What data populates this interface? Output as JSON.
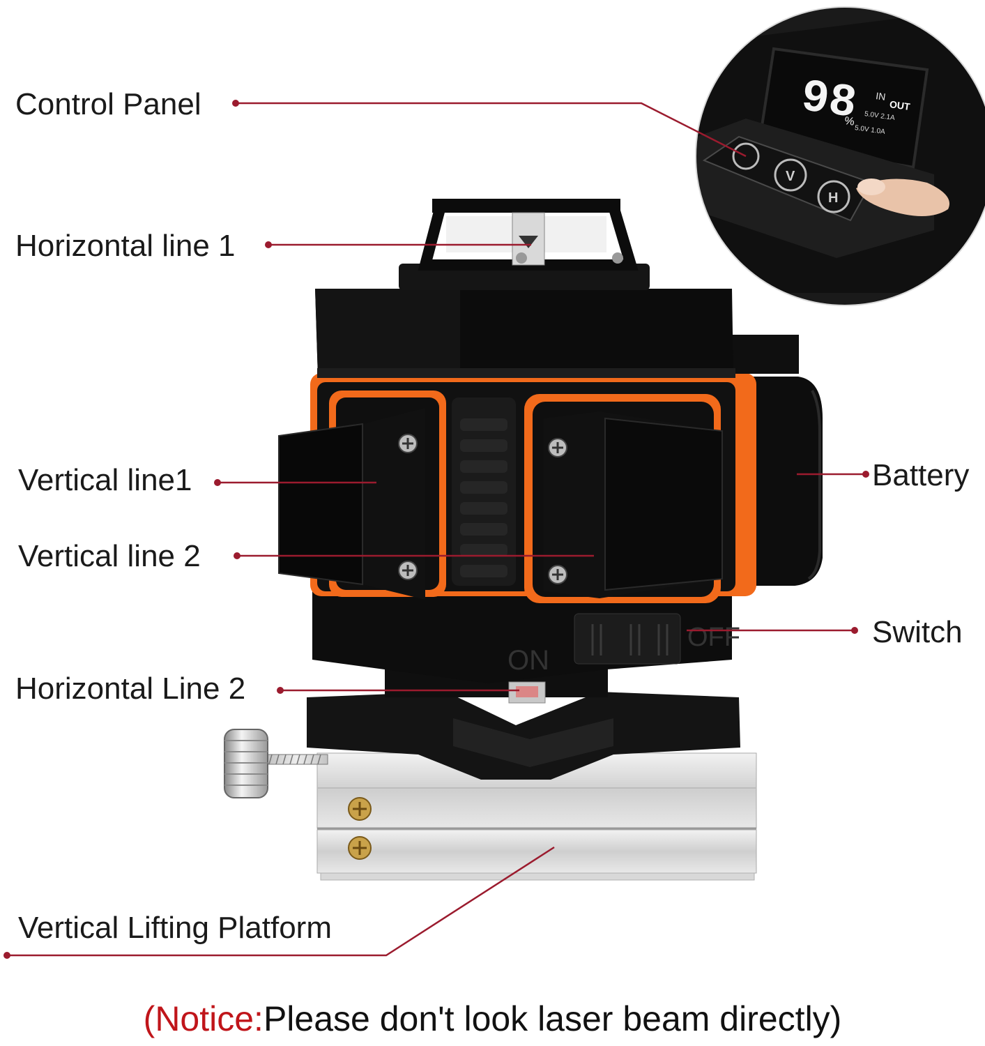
{
  "labels": {
    "control_panel": "Control Panel",
    "horizontal_line_1": "Horizontal line 1",
    "vertical_line_1": "Vertical line1",
    "vertical_line_2": "Vertical line 2",
    "horizontal_line_2": "Horizontal Line 2",
    "vertical_lifting_platform": "Vertical Lifting Platform",
    "battery": "Battery",
    "switch": "Switch"
  },
  "device": {
    "display_value": "98",
    "display_percent": "%",
    "display_in": "IN",
    "display_out": "OUT",
    "display_spec_1": "5.0V 2.1A",
    "display_spec_2": "5.0V 1.0A",
    "button_v": "V",
    "button_h": "H",
    "switch_on": "ON",
    "switch_off": "OFF"
  },
  "notice": {
    "open_paren": "(",
    "prefix": "Notice:",
    "text": "Please don't look laser beam directly)"
  },
  "colors": {
    "leader_line": "#9b1b2e",
    "body": "#111111",
    "accent_orange": "#f26a1b",
    "laser_red": "#d4201e",
    "platform_silver": "#d6d6d6"
  }
}
